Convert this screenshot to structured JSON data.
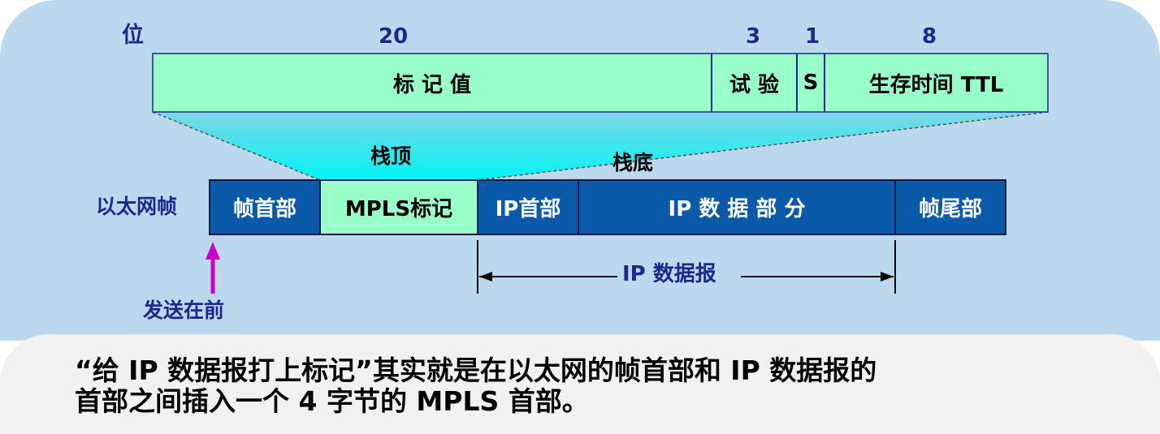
{
  "bit_label": "位",
  "field_widths": [
    "20",
    "3",
    "1",
    "8"
  ],
  "mpls_fields": [
    "标 记 值",
    "试 验",
    "S",
    "生存时间 TTL"
  ],
  "stack_top": "栈顶",
  "stack_bottom": "栈底",
  "frame_label": "以太网帧",
  "frame_cells": [
    "帧首部",
    "MPLS标记",
    "IP首部",
    "IP 数 据 部 分",
    "帧尾部"
  ],
  "datagram_label": "IP 数据报",
  "send_first": "发送在前",
  "caption_line1": "“给 IP 数据报打上标记”其实就是在以太网的帧首部和 IP 数据报的",
  "caption_line2": "首部之间插入一个 4 字节的 MPLS 首部。",
  "colors": {
    "panel": "#bcd8ee",
    "mpls_green": "#99fdc9",
    "frame_blue": "#0b5aa9",
    "cyan": "#00f4f4",
    "magenta": "#cc00cc",
    "text_dark": "#1a2a8c"
  }
}
